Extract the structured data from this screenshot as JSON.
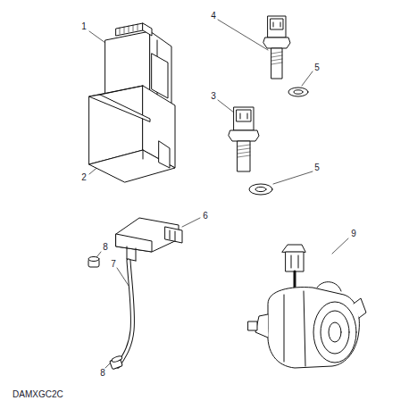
{
  "diagram": {
    "labels": [
      "1",
      "2",
      "3",
      "4",
      "5",
      "5",
      "6",
      "7",
      "8",
      "8",
      "9",
      "DAMXGC2C"
    ]
  }
}
